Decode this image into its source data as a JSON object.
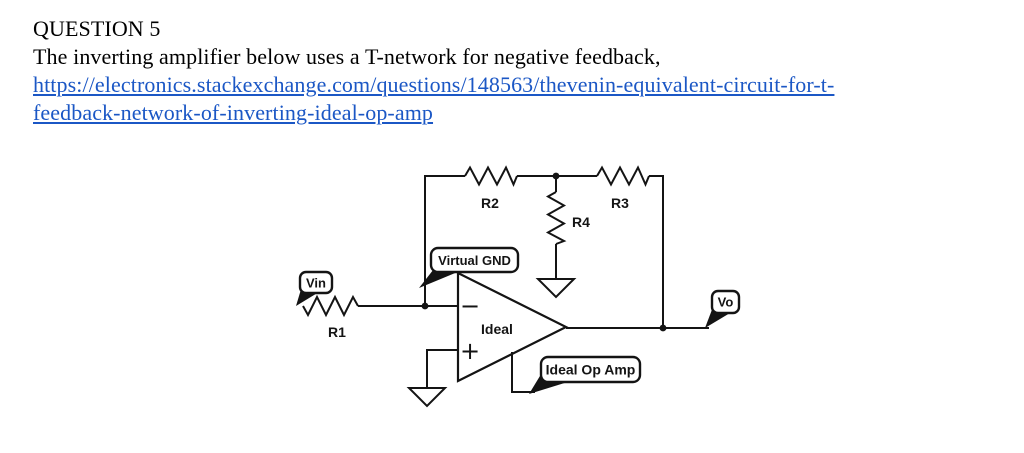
{
  "question": {
    "title": "QUESTION 5",
    "body": "The inverting amplifier below uses a T-network for negative feedback,",
    "link_line1": "https://electronics.stackexchange.com/questions/148563/thevenin-equivalent-circuit-for-t-",
    "link_line2": "feedback-network-of-inverting-ideal-op-amp",
    "link_color": "#1b57c5"
  },
  "circuit": {
    "line_color": "#141414",
    "resistors": {
      "r1": "R1",
      "r2": "R2",
      "r3": "R3",
      "r4": "R4"
    },
    "callouts": {
      "input": "Vin",
      "output": "Vo",
      "virtual_ground": "Virtual GND",
      "op_amp_note": "Ideal Op Amp"
    },
    "op_amp": {
      "name": "Ideal",
      "inverting_pin": "−",
      "non_inverting_pin": "+"
    }
  }
}
